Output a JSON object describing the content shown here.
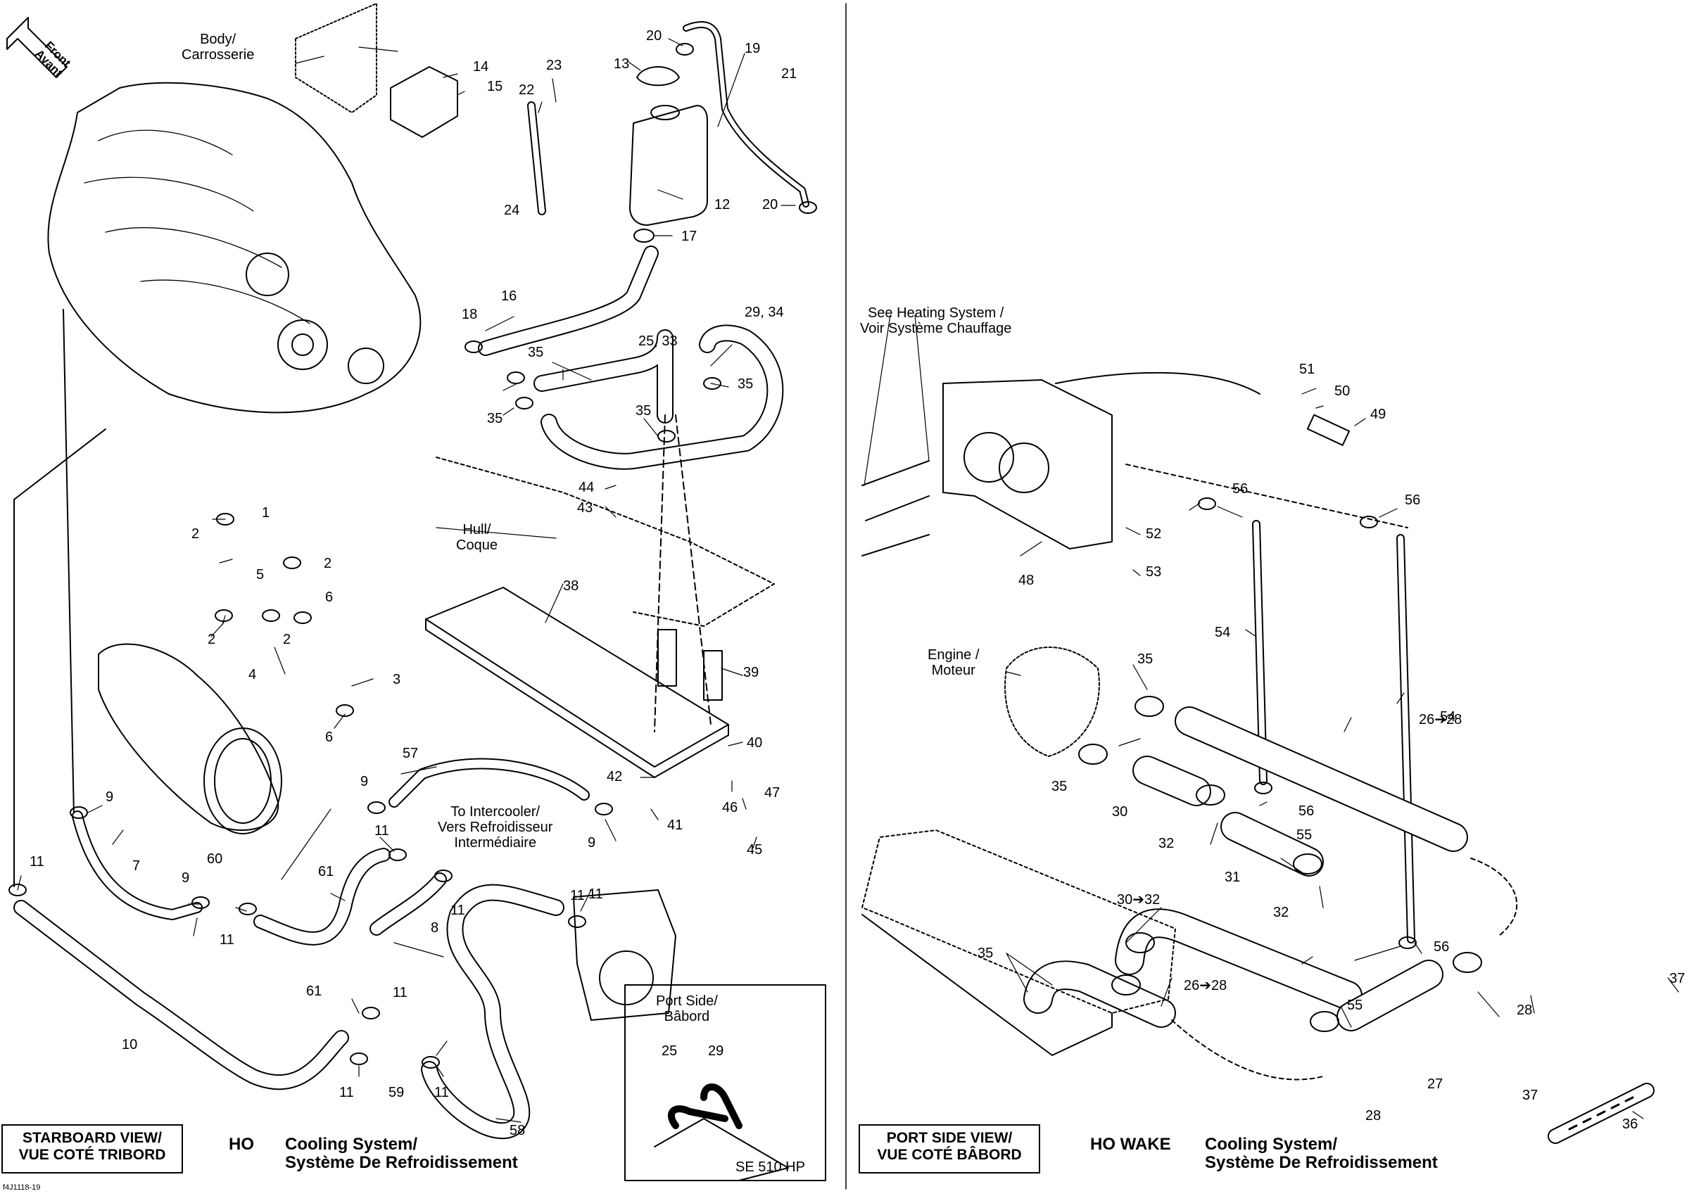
{
  "figure_code": "f4J1118-19",
  "left_panel": {
    "view_label_line1": "STARBOARD VIEW/",
    "view_label_line2": "VUE COTÉ TRIBORD",
    "model": "HO",
    "title_line1": "Cooling System/",
    "title_line2": "Système De Refroidissement"
  },
  "right_panel": {
    "view_label_line1": "PORT SIDE VIEW/",
    "view_label_line2": "VUE COTÉ BÂBORD",
    "model": "HO WAKE",
    "title_line1": "Cooling System/",
    "title_line2": "Système De Refroidissement"
  },
  "callouts": {
    "front_line1": "Front",
    "front_line2": "Avant",
    "body_line1": "Body/",
    "body_line2": "Carrosserie",
    "hull_line1": "Hull/",
    "hull_line2": "Coque",
    "intercooler_line1": "To Intercooler/",
    "intercooler_line2": "Vers Refroidisseur",
    "intercooler_line3": "Intermédiaire",
    "heating_line1": "See Heating System /",
    "heating_line2": "Voir Système Chauffage",
    "engine_line1": "Engine /",
    "engine_line2": "Moteur",
    "inset_port_line1": "Port Side/",
    "inset_port_line2": "Bâbord",
    "inset_model": "SE 510 HP"
  },
  "part_numbers": {
    "p1": "1",
    "p2a": "2",
    "p2b": "2",
    "p2c": "2",
    "p2d": "2",
    "p3": "3",
    "p4": "4",
    "p5": "5",
    "p6a": "6",
    "p6b": "6",
    "p7": "7",
    "p8": "8",
    "p9a": "9",
    "p9b": "9",
    "p9c": "9",
    "p9d": "9",
    "p10": "10",
    "p11a": "11",
    "p11b": "11",
    "p11c": "11",
    "p11d": "11",
    "p11e": "11",
    "p11f": "11",
    "p11g": "11",
    "p11h": "11",
    "p11i": "11",
    "p12": "12",
    "p13": "13",
    "p14": "14",
    "p15": "15",
    "p16": "16",
    "p17": "17",
    "p18": "18",
    "p19": "19",
    "p20a": "20",
    "p20b": "20",
    "p21": "21",
    "p22": "22",
    "p23": "23",
    "p24": "24",
    "p25_33": "25, 33",
    "p29_34": "29, 34",
    "p35a": "35",
    "p35b": "35",
    "p35c": "35",
    "p35d": "35",
    "p38": "38",
    "p39": "39",
    "p40": "40",
    "p41": "41",
    "p42": "42",
    "p43": "43",
    "p44": "44",
    "p45": "45",
    "p46": "46",
    "p47": "47",
    "p57": "57",
    "p58": "58",
    "p59": "59",
    "p60": "60",
    "p61a": "61",
    "p61b": "61",
    "inset25": "25",
    "inset29": "29",
    "r26_28a": "26➔28",
    "r26_28b": "26➔28",
    "r27": "27",
    "r28a": "28",
    "r28b": "28",
    "r30": "30",
    "r30_32": "30➔32",
    "r31": "31",
    "r32a": "32",
    "r32b": "32",
    "r35a": "35",
    "r35b": "35",
    "r35c": "35",
    "r36": "36",
    "r37a": "37",
    "r37b": "37",
    "r48": "48",
    "r49": "49",
    "r50": "50",
    "r51": "51",
    "r52": "52",
    "r53": "53",
    "r54a": "54",
    "r54b": "54",
    "r55a": "55",
    "r55b": "55",
    "r56a": "56",
    "r56b": "56",
    "r56c": "56",
    "r56d": "56"
  }
}
